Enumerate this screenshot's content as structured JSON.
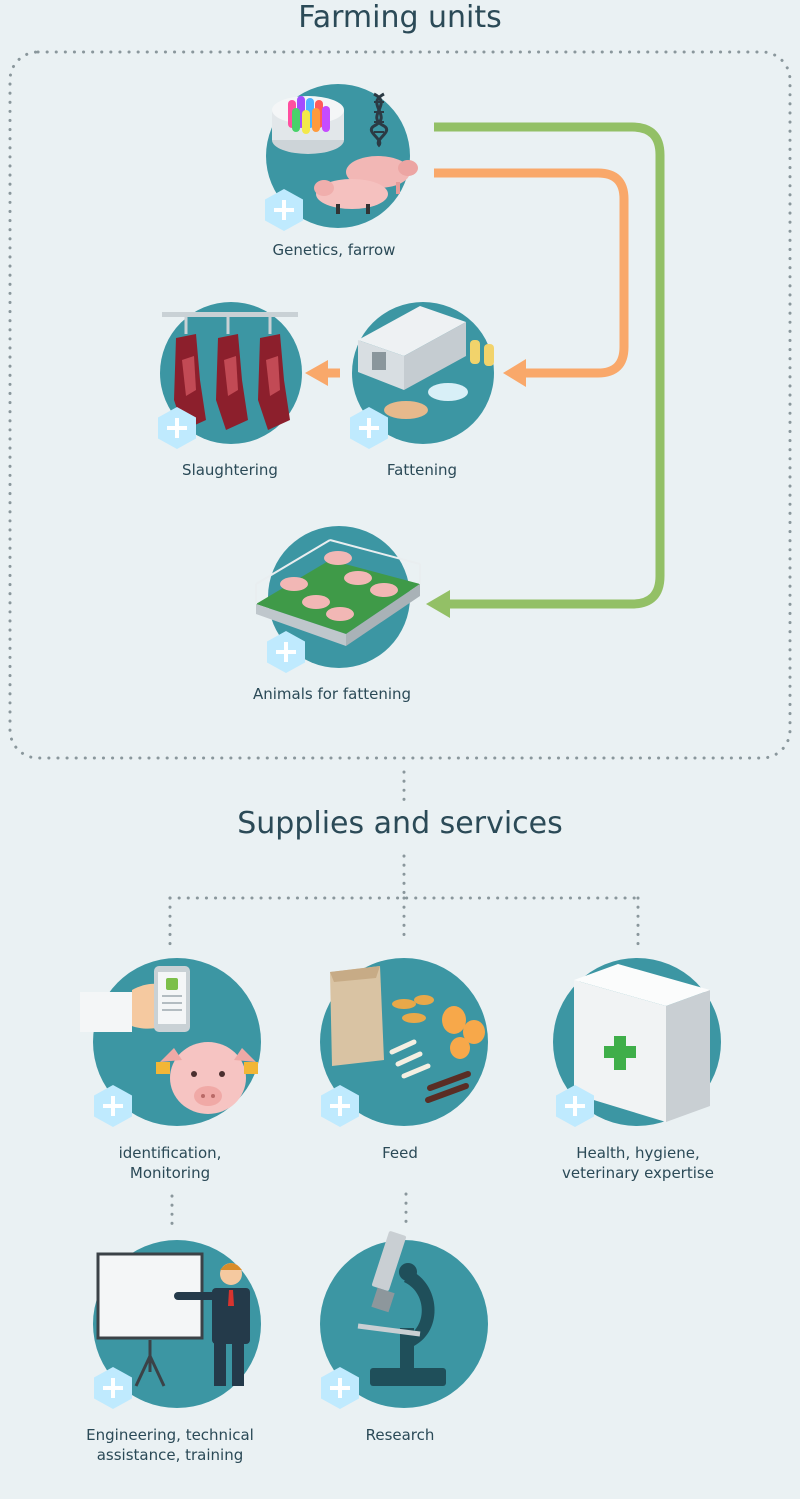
{
  "headings": {
    "farming": "Farming units",
    "supplies": "Supplies and services"
  },
  "farming_units": {
    "genetics": "Genetics, farrow",
    "slaughtering": "Slaughtering",
    "fattening": "Fattening",
    "animals": "Animals for fattening"
  },
  "supplies": {
    "identification": [
      "identification,",
      "Monitoring"
    ],
    "feed": "Feed",
    "health": [
      "Health, hygiene,",
      "veterinary expertise"
    ],
    "engineering": [
      "Engineering, technical",
      "assistance, training"
    ],
    "research": "Research"
  },
  "colors": {
    "background": "#eaf1f3",
    "circle": "#3c96a3",
    "hexagon": "#bfeafe",
    "green_arrow": "#93c066",
    "orange_arrow": "#f9a86a",
    "text": "#2b4a57"
  },
  "icons": [
    "plus-icon",
    "pig-icon",
    "dna-icon",
    "barn-icon",
    "carcass-icon",
    "pen-icon",
    "phone-icon",
    "feed-bag-icon",
    "first-aid-kit-icon",
    "presenter-icon",
    "microscope-icon"
  ]
}
